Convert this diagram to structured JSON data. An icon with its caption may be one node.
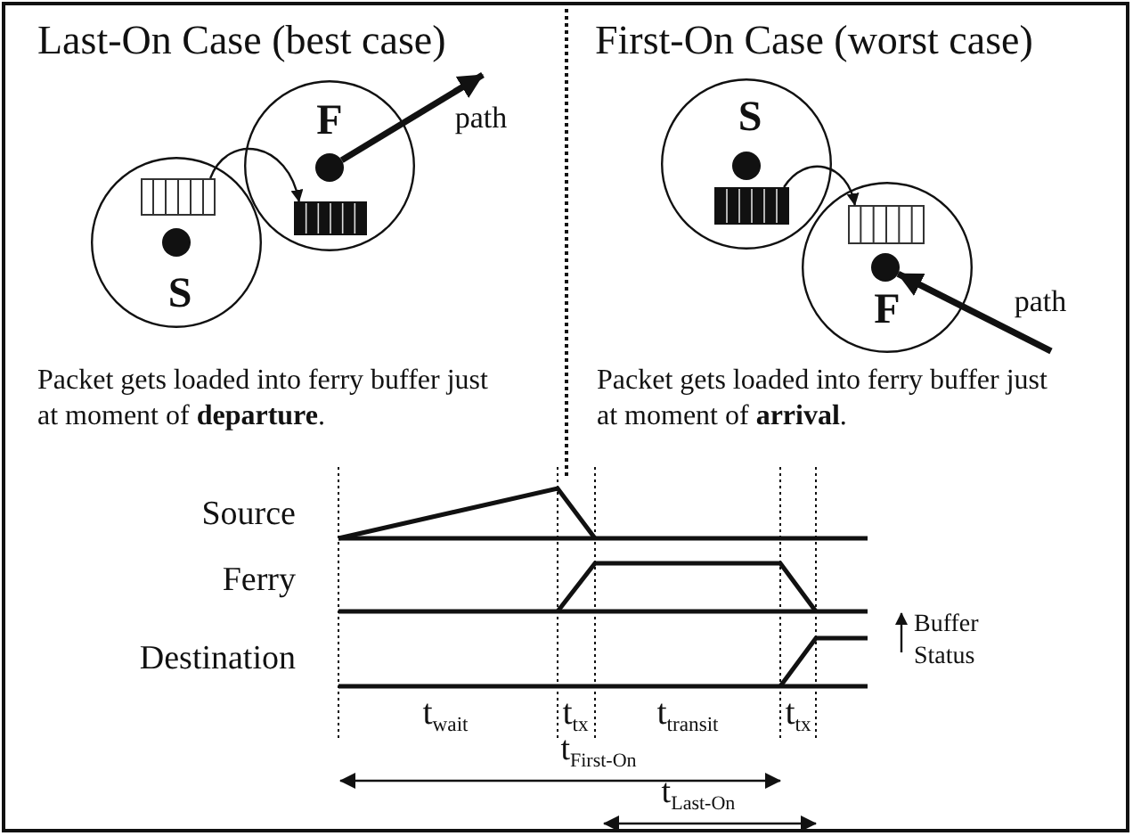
{
  "diagram": {
    "nodes": [
      {
        "text": [
          "F"
        ]
      },
      {
        "text": [],
        "shape": "circle",
        "in": 0
      },
      {
        "text": [],
        "shape": "bar",
        "in": 0
      },
      {
        "text": [
          "S"
        ]
      },
      {
        "text": [],
        "shape": "bar",
        "in": 3
      },
      {
        "text": [],
        "shape": "circle",
        "in": 3
      },
      {
        "text": [
          "S"
        ]
      },
      {
        "text": [],
        "shape": "circle",
        "in": 6
      },
      {
        "text": [],
        "shape": "bar",
        "in": 6
      },
      {
        "text": [
          "F"
        ]
      },
      {
        "text": [],
        "shape": "bar",
        "in": 9
      },
      {
        "text": [],
        "shape": "circle",
        "in": 9
      }
    ],
    "edges": [
      {
        "from": 4,
        "to": 2,
        "arrow": "to"
      },
      {
        "from": 1,
        "to": null,
        "arrow": "to",
        "label": "path",
        "style": "thick"
      },
      {
        "from": 8,
        "to": 10,
        "arrow": "to"
      },
      {
        "from": null,
        "to": 11,
        "arrow": "to",
        "label": "path",
        "style": "thick"
      }
    ],
    "labels": [
      "Last-On Case (best case)",
      "First-On Case (worst case)",
      "Packet gets loaded into ferry buffer just at moment of **departure**.",
      "Packet gets loaded into ferry buffer just at moment of **arrival**.",
      "Source",
      "Ferry",
      "Destination",
      "Buffer Status",
      "t$_{wait}$",
      "t$_{tx}$",
      "t$_{transit}$",
      "t$_{tx}$",
      "t$_{First-On}$",
      "t$_{Last-On}$"
    ]
  }
}
